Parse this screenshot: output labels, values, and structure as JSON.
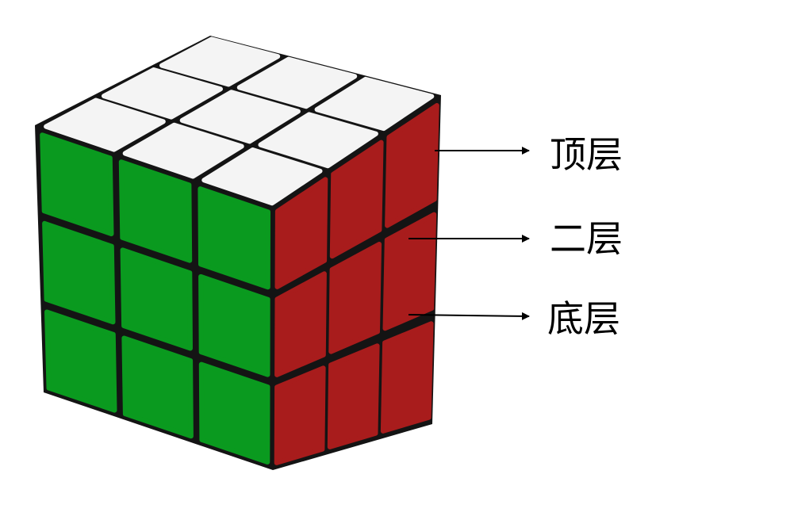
{
  "colors": {
    "top_face": "#f4f4f4",
    "front_face": "#0a9a1f",
    "right_face": "#a81c1c",
    "body": "#141414",
    "arrow": "#000000"
  },
  "labels": {
    "top_layer": "顶层",
    "middle_layer": "二层",
    "bottom_layer": "底层"
  },
  "icons": {
    "cube": "rubiks-cube-icon",
    "arrow": "arrow-right-icon"
  }
}
